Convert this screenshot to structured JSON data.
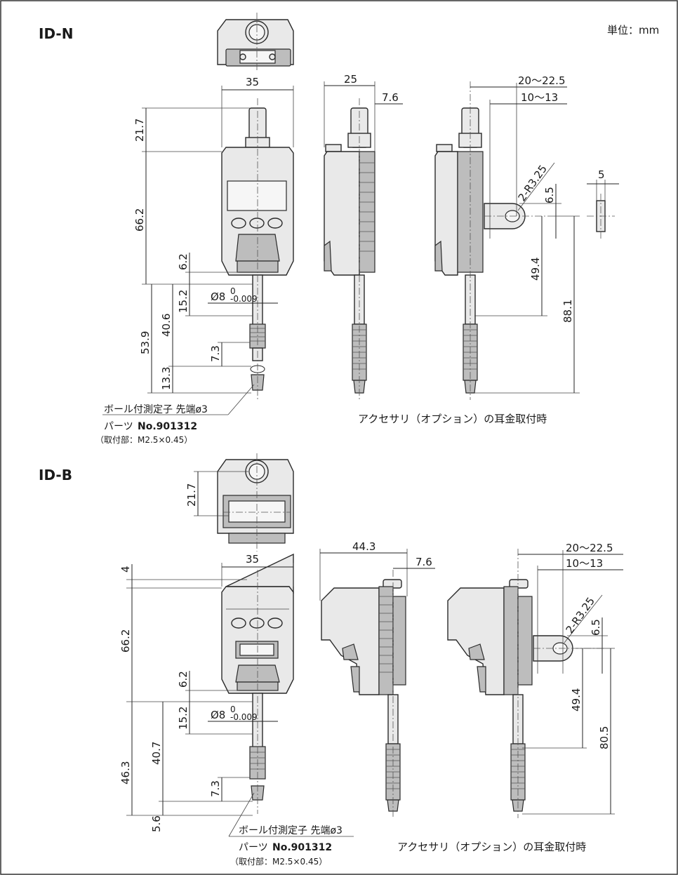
{
  "sections": [
    {
      "id": "ID-N",
      "title": "ID-N",
      "dims": {
        "width": "35",
        "spindle_top": "21.7",
        "body_height": "66.2",
        "bottom_gap": "6.2",
        "stem_len": "15.2",
        "stem_diameter": "Ø8",
        "tol_upper": "0",
        "tol_lower": "-0.009",
        "total_lower": "53.9",
        "stem_total": "40.6",
        "contact_len": "7.3",
        "tip_len": "13.3",
        "side_depth": "25",
        "side_offset": "7.6",
        "lug_range1": "20〜22.5",
        "lug_range2": "10〜13",
        "lug_radius": "2-R3.25",
        "lug_thickness": "6.5",
        "lug_width": "5",
        "lug_height": "49.4",
        "total_height": "88.1"
      },
      "labels": {
        "contact_point": "ボール付測定子 先端ø3",
        "parts_prefix": "パーツ",
        "parts_no": "No.901312",
        "mount": "（取付部：M2.5×0.45）",
        "lug_caption": "アクセサリ（オプション）の耳金取付時"
      }
    },
    {
      "id": "ID-B",
      "title": "ID-B",
      "dims": {
        "top_view_height": "21.7",
        "top_gap": "4",
        "width": "35",
        "body_height": "66.2",
        "bottom_gap": "6.2",
        "stem_len": "15.2",
        "stem_diameter": "Ø8",
        "tol_upper": "0",
        "tol_lower": "-0.009",
        "total_lower": "46.3",
        "stem_total": "40.7",
        "contact_len": "7.3",
        "tip_len": "5.6",
        "side_depth": "44.3",
        "side_offset": "7.6",
        "lug_range1": "20〜22.5",
        "lug_range2": "10〜13",
        "lug_radius": "2-R3.25",
        "lug_thickness": "6.5",
        "lug_height": "49.4",
        "total_height": "80.5"
      },
      "labels": {
        "contact_point": "ボール付測定子 先端ø3",
        "parts_prefix": "パーツ",
        "parts_no": "No.901312",
        "mount": "（取付部：M2.5×0.45）",
        "lug_caption": "アクセサリ（オプション）の耳金取付時"
      }
    }
  ],
  "unit_label": "単位：mm"
}
